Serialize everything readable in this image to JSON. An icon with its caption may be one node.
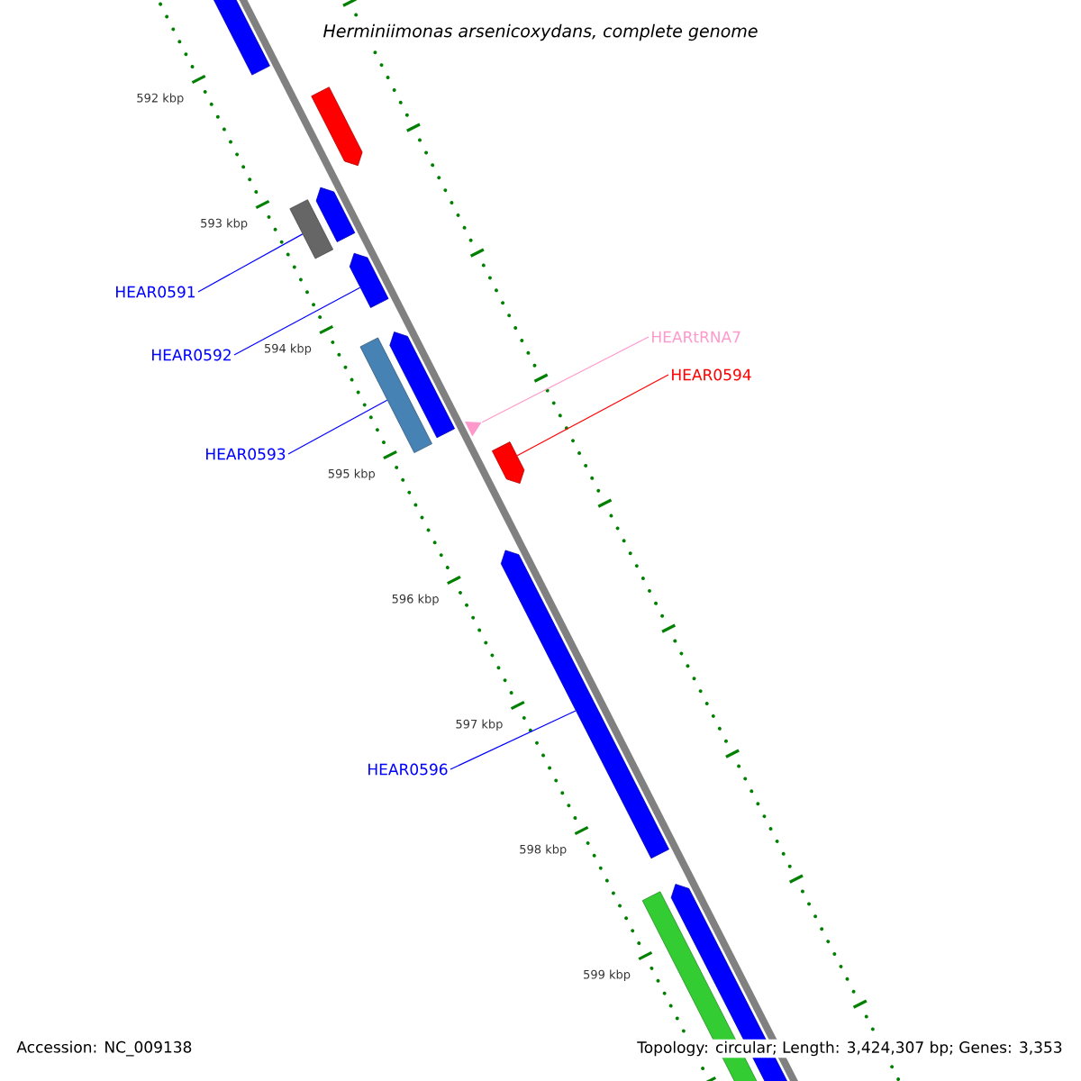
{
  "diagram": {
    "title": "Herminiimonas arsenicoxydans, complete genome",
    "nodes": [
      {
        "text": [
          "HEAR0591"
        ]
      },
      {
        "text": [
          "HEAR0592"
        ]
      },
      {
        "text": [
          "HEAR0593"
        ]
      },
      {
        "text": [
          "HEARtRNA7"
        ]
      },
      {
        "text": [
          "HEAR0594"
        ]
      },
      {
        "text": [
          "HEAR0596"
        ]
      },
      {
        "text": [],
        "shape": "bar"
      },
      {
        "text": [],
        "shape": "bar"
      },
      {
        "text": [],
        "shape": "bar"
      },
      {
        "text": [],
        "shape": "triangle"
      },
      {
        "text": [],
        "shape": "bar"
      },
      {
        "text": [],
        "shape": "bar"
      }
    ],
    "edges": [
      {
        "from": 0,
        "to": 6,
        "arrow": "none"
      },
      {
        "from": 1,
        "to": 7,
        "arrow": "none"
      },
      {
        "from": 2,
        "to": 8,
        "arrow": "none"
      },
      {
        "from": 3,
        "to": 9,
        "arrow": "none",
        "color": "#ff99cc"
      },
      {
        "from": 4,
        "to": 10,
        "arrow": "none",
        "color": "#ff0000"
      },
      {
        "from": 5,
        "to": 11,
        "arrow": "none"
      }
    ],
    "labels": [
      "592 kbp",
      "593 kbp",
      "594 kbp",
      "595 kbp",
      "596 kbp",
      "597 kbp",
      "598 kbp",
      "599 kbp",
      "Accession: NC_009138",
      "Topology: circular; Length: 3,424,307 bp; Genes: 3,353"
    ]
  }
}
